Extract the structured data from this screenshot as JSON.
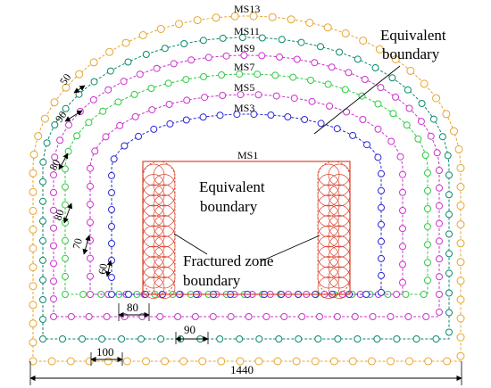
{
  "colors": {
    "MS13": "#e6a52e",
    "MS11": "#0a8a6e",
    "MS9": "#cc33cc",
    "MS7": "#2ecc40",
    "MS5": "#cc33cc",
    "MS3": "#2a2ad6",
    "MS1": "#d9442e",
    "dim": "#000000"
  },
  "labels": {
    "ms13": "MS13",
    "ms11": "MS11",
    "ms9": "MS9",
    "ms7": "MS7",
    "ms5": "MS5",
    "ms3": "MS3",
    "ms1": "MS1",
    "equivalent_top_1": "Equivalent",
    "equivalent_top_2": "boundary",
    "equivalent_mid_1": "Equivalent",
    "equivalent_mid_2": "boundary",
    "fractured_1": "Fractured zone",
    "fractured_2": "boundary"
  },
  "dimensions": {
    "d50": "50",
    "d90a": "90",
    "d80a": "80",
    "d80b": "80",
    "d70": "70",
    "d60": "60",
    "d80c": "80",
    "d90b": "90",
    "d100": "100",
    "d1440": "1440"
  }
}
